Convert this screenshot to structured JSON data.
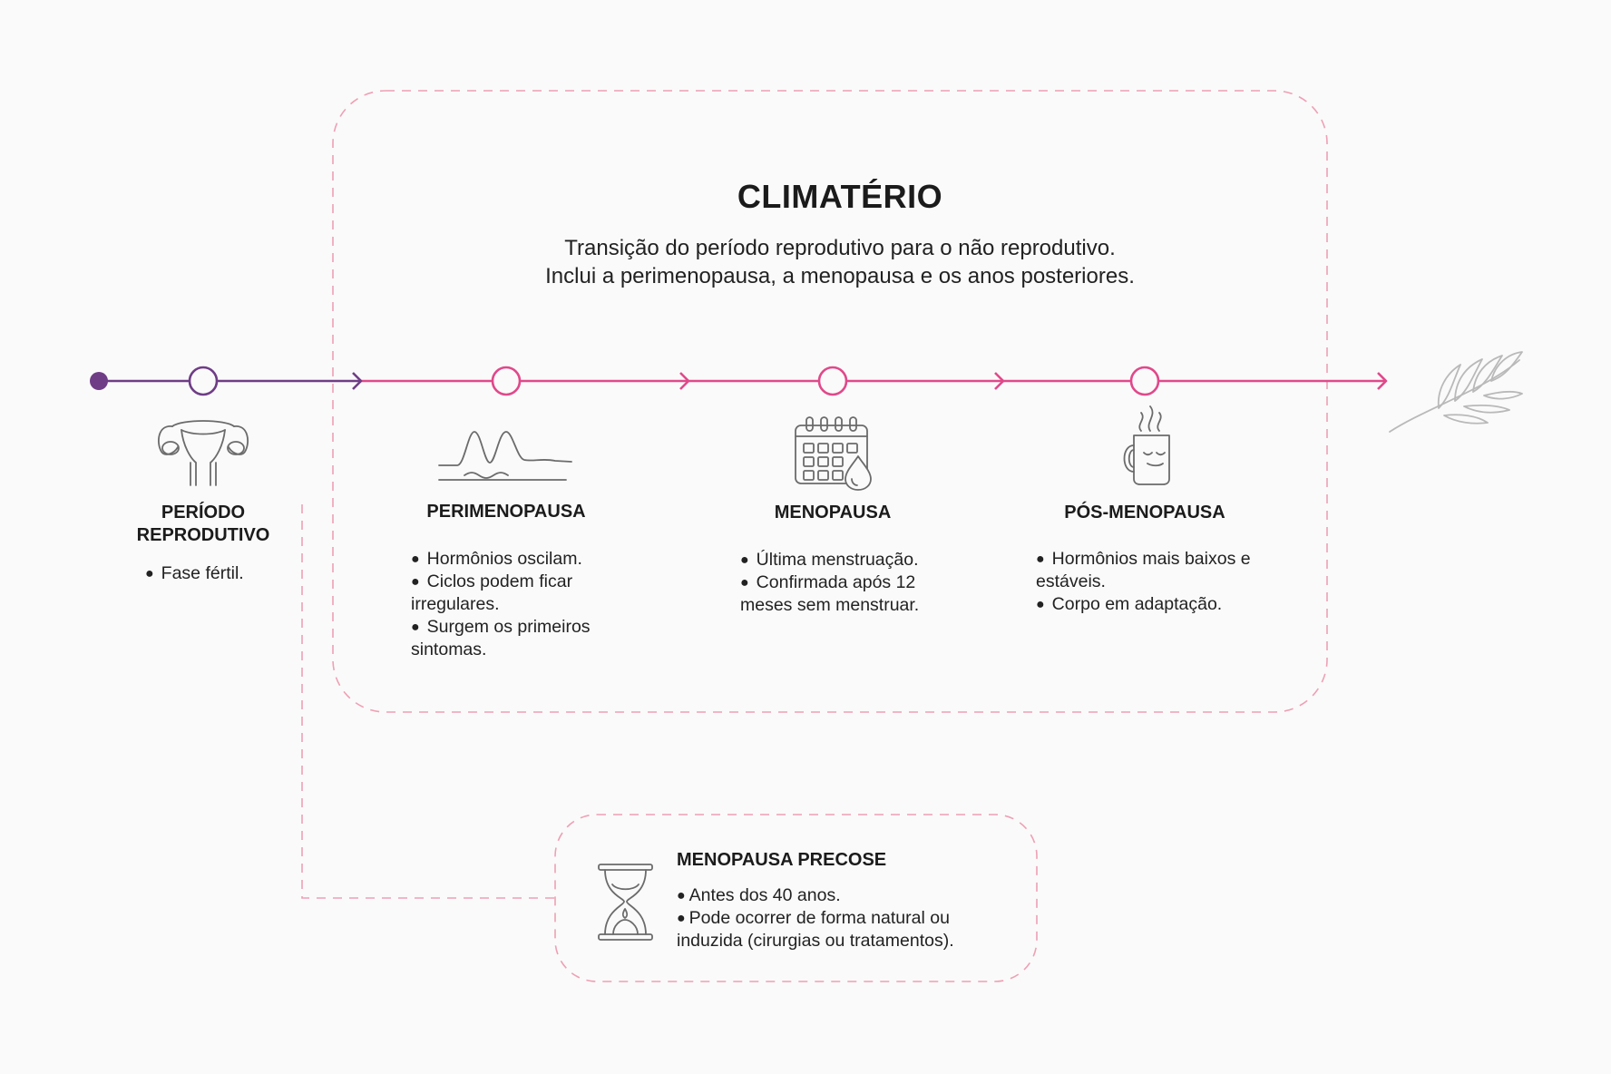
{
  "climaterio": {
    "title": "CLIMATÉRIO",
    "description_lines": [
      "Transição do período reprodutivo para o não reprodutivo.",
      "Inclui a perimenopausa, a menopausa e os anos posteriores."
    ]
  },
  "colors": {
    "purple": "#6f3d86",
    "pink": "#e0498a",
    "dashed_border": "#eea0b4",
    "icon_stroke": "#6b6b6b",
    "leaf": "#b9b9b9"
  },
  "stages": [
    {
      "id": "periodo-reprodutivo",
      "icon": "uterus-icon",
      "label_lines": [
        "PERÍODO",
        "REPRODUTIVO"
      ],
      "bullets": [
        "Fase fértil."
      ]
    },
    {
      "id": "perimenopausa",
      "icon": "hormone-wave-icon",
      "label_lines": [
        "PERIMENOPAUSA"
      ],
      "bullets": [
        "Hormônios oscilam.",
        "Ciclos podem ficar irregulares.",
        "Surgem os primeiros sintomas."
      ]
    },
    {
      "id": "menopausa",
      "icon": "calendar-drop-icon",
      "label_lines": [
        "MENOPAUSA"
      ],
      "bullets": [
        "Última menstruação.",
        "Confirmada após 12 meses sem menstruar."
      ]
    },
    {
      "id": "pos-menopausa",
      "icon": "tea-mug-icon",
      "label_lines": [
        "PÓS-MENOPAUSA"
      ],
      "bullets": [
        "Hormônios mais baixos e estáveis.",
        "Corpo em adaptação."
      ]
    }
  ],
  "precoce": {
    "icon": "hourglass-icon",
    "title": "MENOPAUSA PRECOSE",
    "bullets": [
      "Antes dos 40 anos.",
      "Pode ocorrer de forma natural ou induzida (cirurgias ou tratamentos)."
    ]
  },
  "end_icon": "leaf-icon"
}
